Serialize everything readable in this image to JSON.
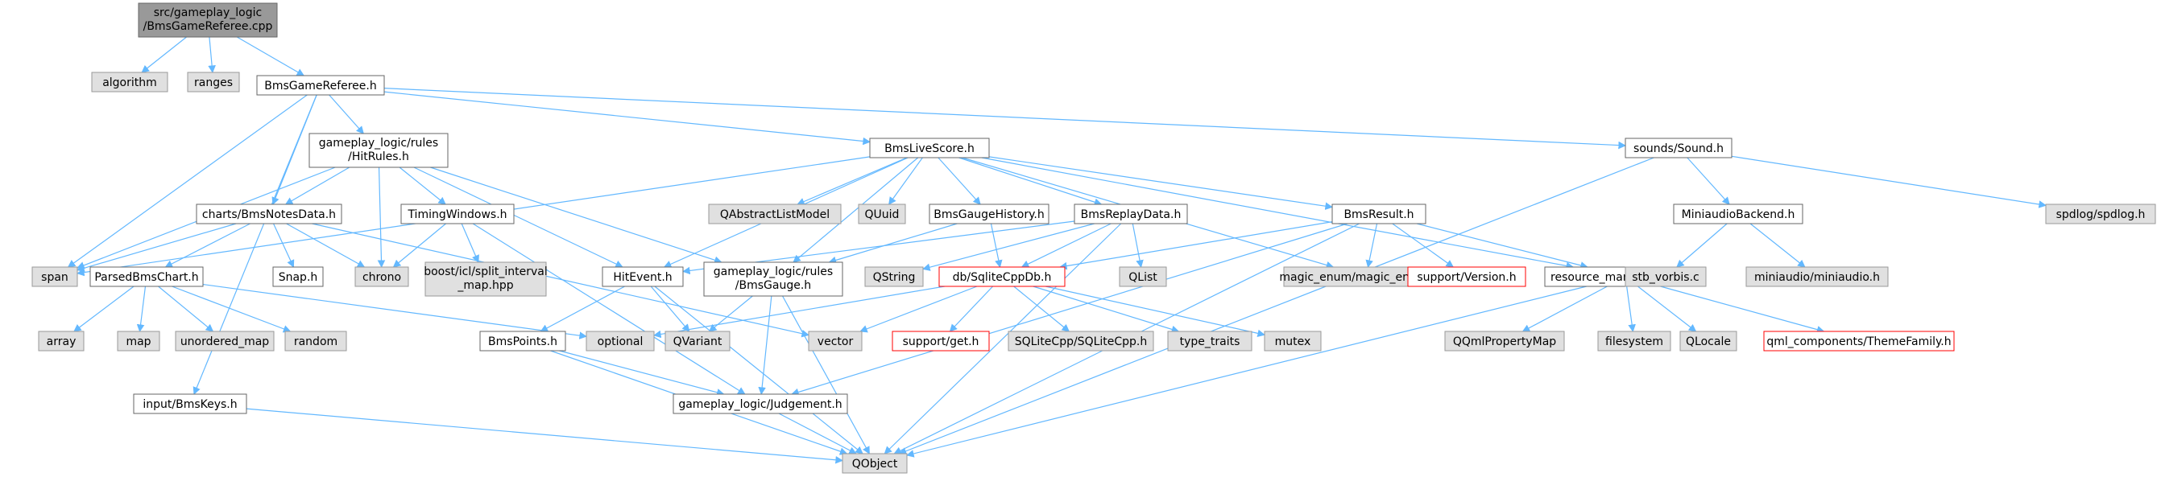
{
  "colors": {
    "edge": "#63b8ff",
    "node_border": "#666666",
    "node_fill": "#ffffff",
    "system_fill": "#e0e0e0",
    "system_border": "#999999",
    "root_fill": "#999999",
    "root_border": "#666666",
    "missing_border": "#ff0000"
  },
  "nodes": [
    {
      "id": "root",
      "lines": [
        "src/gameplay_logic",
        "/BmsGameReferee.cpp"
      ],
      "kind": "root"
    },
    {
      "id": "algorithm",
      "lines": [
        "algorithm"
      ],
      "kind": "system"
    },
    {
      "id": "ranges",
      "lines": [
        "ranges"
      ],
      "kind": "system"
    },
    {
      "id": "referee_h",
      "lines": [
        "BmsGameReferee.h"
      ],
      "kind": "file"
    },
    {
      "id": "hitrules",
      "lines": [
        "gameplay_logic/rules",
        "/HitRules.h"
      ],
      "kind": "file"
    },
    {
      "id": "livescore",
      "lines": [
        "BmsLiveScore.h"
      ],
      "kind": "file"
    },
    {
      "id": "sound",
      "lines": [
        "sounds/Sound.h"
      ],
      "kind": "file"
    },
    {
      "id": "notesdata",
      "lines": [
        "charts/BmsNotesData.h"
      ],
      "kind": "file"
    },
    {
      "id": "timingwindows",
      "lines": [
        "TimingWindows.h"
      ],
      "kind": "file"
    },
    {
      "id": "span",
      "lines": [
        "span"
      ],
      "kind": "system"
    },
    {
      "id": "chrono",
      "lines": [
        "chrono"
      ],
      "kind": "system"
    },
    {
      "id": "parsedchart",
      "lines": [
        "ParsedBmsChart.h"
      ],
      "kind": "file"
    },
    {
      "id": "snap",
      "lines": [
        "Snap.h"
      ],
      "kind": "file"
    },
    {
      "id": "boosticl",
      "lines": [
        "boost/icl/split_interval",
        "_map.hpp"
      ],
      "kind": "system"
    },
    {
      "id": "array",
      "lines": [
        "array"
      ],
      "kind": "system"
    },
    {
      "id": "map",
      "lines": [
        "map"
      ],
      "kind": "system"
    },
    {
      "id": "unordered_map",
      "lines": [
        "unordered_map"
      ],
      "kind": "system"
    },
    {
      "id": "random",
      "lines": [
        "random"
      ],
      "kind": "system"
    },
    {
      "id": "hitevent",
      "lines": [
        "HitEvent.h"
      ],
      "kind": "file"
    },
    {
      "id": "gauge",
      "lines": [
        "gameplay_logic/rules",
        "/BmsGauge.h"
      ],
      "kind": "file"
    },
    {
      "id": "qabstract",
      "lines": [
        "QAbstractListModel"
      ],
      "kind": "system"
    },
    {
      "id": "quuid",
      "lines": [
        "QUuid"
      ],
      "kind": "system"
    },
    {
      "id": "gaugehistory",
      "lines": [
        "BmsGaugeHistory.h"
      ],
      "kind": "file"
    },
    {
      "id": "replaydata",
      "lines": [
        "BmsReplayData.h"
      ],
      "kind": "file"
    },
    {
      "id": "result",
      "lines": [
        "BmsResult.h"
      ],
      "kind": "file"
    },
    {
      "id": "magicenum",
      "lines": [
        "magic_enum/magic_enum.hpp"
      ],
      "kind": "system"
    },
    {
      "id": "qstring",
      "lines": [
        "QString"
      ],
      "kind": "system"
    },
    {
      "id": "sqlitedb",
      "lines": [
        "db/SqliteCppDb.h"
      ],
      "kind": "missing"
    },
    {
      "id": "qlist",
      "lines": [
        "QList"
      ],
      "kind": "system"
    },
    {
      "id": "version",
      "lines": [
        "support/Version.h"
      ],
      "kind": "missing"
    },
    {
      "id": "vars",
      "lines": [
        "resource_managers/Vars.h"
      ],
      "kind": "file"
    },
    {
      "id": "miniaudiobackend",
      "lines": [
        "MiniaudioBackend.h"
      ],
      "kind": "file"
    },
    {
      "id": "spdlog",
      "lines": [
        "spdlog/spdlog.h"
      ],
      "kind": "system"
    },
    {
      "id": "stbvorbis",
      "lines": [
        "stb_vorbis.c"
      ],
      "kind": "system"
    },
    {
      "id": "miniaudio",
      "lines": [
        "miniaudio/miniaudio.h"
      ],
      "kind": "system"
    },
    {
      "id": "optional",
      "lines": [
        "optional"
      ],
      "kind": "system"
    },
    {
      "id": "qvariant",
      "lines": [
        "QVariant"
      ],
      "kind": "system"
    },
    {
      "id": "bmspoints",
      "lines": [
        "BmsPoints.h"
      ],
      "kind": "file"
    },
    {
      "id": "vector",
      "lines": [
        "vector"
      ],
      "kind": "system"
    },
    {
      "id": "supportget",
      "lines": [
        "support/get.h"
      ],
      "kind": "missing"
    },
    {
      "id": "sqlitecpp",
      "lines": [
        "SQLiteCpp/SQLiteCpp.h"
      ],
      "kind": "system"
    },
    {
      "id": "typetraits",
      "lines": [
        "type_traits"
      ],
      "kind": "system"
    },
    {
      "id": "mutex",
      "lines": [
        "mutex"
      ],
      "kind": "system"
    },
    {
      "id": "qqmlprop",
      "lines": [
        "QQmlPropertyMap"
      ],
      "kind": "system"
    },
    {
      "id": "filesystem",
      "lines": [
        "filesystem"
      ],
      "kind": "system"
    },
    {
      "id": "qlocale",
      "lines": [
        "QLocale"
      ],
      "kind": "system"
    },
    {
      "id": "themefamily",
      "lines": [
        "qml_components/ThemeFamily.h"
      ],
      "kind": "missing"
    },
    {
      "id": "judgement",
      "lines": [
        "gameplay_logic/Judgement.h"
      ],
      "kind": "file"
    },
    {
      "id": "bmskeys",
      "lines": [
        "input/BmsKeys.h"
      ],
      "kind": "file"
    },
    {
      "id": "qobject",
      "lines": [
        "QObject"
      ],
      "kind": "system"
    }
  ],
  "edges": [
    [
      "root",
      "algorithm"
    ],
    [
      "root",
      "ranges"
    ],
    [
      "root",
      "referee_h"
    ],
    [
      "referee_h",
      "hitrules"
    ],
    [
      "referee_h",
      "livescore"
    ],
    [
      "referee_h",
      "sound"
    ],
    [
      "referee_h",
      "notesdata"
    ],
    [
      "referee_h",
      "span"
    ],
    [
      "referee_h",
      "bmskeys"
    ],
    [
      "hitrules",
      "notesdata"
    ],
    [
      "hitrules",
      "timingwindows"
    ],
    [
      "hitrules",
      "span"
    ],
    [
      "hitrules",
      "chrono"
    ],
    [
      "hitrules",
      "hitevent"
    ],
    [
      "hitrules",
      "gauge"
    ],
    [
      "notesdata",
      "span"
    ],
    [
      "notesdata",
      "chrono"
    ],
    [
      "notesdata",
      "parsedchart"
    ],
    [
      "notesdata",
      "snap"
    ],
    [
      "notesdata",
      "vector"
    ],
    [
      "timingwindows",
      "chrono"
    ],
    [
      "timingwindows",
      "boosticl"
    ],
    [
      "timingwindows",
      "judgement"
    ],
    [
      "parsedchart",
      "array"
    ],
    [
      "parsedchart",
      "map"
    ],
    [
      "parsedchart",
      "unordered_map"
    ],
    [
      "parsedchart",
      "random"
    ],
    [
      "parsedchart",
      "optional"
    ],
    [
      "livescore",
      "qabstract"
    ],
    [
      "livescore",
      "quuid"
    ],
    [
      "livescore",
      "gaugehistory"
    ],
    [
      "livescore",
      "replaydata"
    ],
    [
      "livescore",
      "result"
    ],
    [
      "livescore",
      "magicenum"
    ],
    [
      "livescore",
      "hitevent"
    ],
    [
      "livescore",
      "gauge"
    ],
    [
      "livescore",
      "span"
    ],
    [
      "livescore",
      "vars"
    ],
    [
      "gaugehistory",
      "gauge"
    ],
    [
      "gaugehistory",
      "sqlitedb"
    ],
    [
      "replaydata",
      "hitevent"
    ],
    [
      "replaydata",
      "sqlitedb"
    ],
    [
      "replaydata",
      "qstring"
    ],
    [
      "replaydata",
      "qlist"
    ],
    [
      "replaydata",
      "qobject"
    ],
    [
      "result",
      "magicenum"
    ],
    [
      "result",
      "sqlitedb"
    ],
    [
      "result",
      "version"
    ],
    [
      "result",
      "vars"
    ],
    [
      "result",
      "judgement"
    ],
    [
      "result",
      "qobject"
    ],
    [
      "hitevent",
      "qvariant"
    ],
    [
      "hitevent",
      "bmspoints"
    ],
    [
      "hitevent",
      "qobject"
    ],
    [
      "gauge",
      "qvariant"
    ],
    [
      "gauge",
      "judgement"
    ],
    [
      "gauge",
      "qobject"
    ],
    [
      "sqlitedb",
      "vector"
    ],
    [
      "sqlitedb",
      "supportget"
    ],
    [
      "sqlitedb",
      "sqlitecpp"
    ],
    [
      "sqlitedb",
      "typetraits"
    ],
    [
      "sqlitedb",
      "mutex"
    ],
    [
      "sqlitedb",
      "optional"
    ],
    [
      "vars",
      "qqmlprop"
    ],
    [
      "vars",
      "filesystem"
    ],
    [
      "vars",
      "qlocale"
    ],
    [
      "vars",
      "themefamily"
    ],
    [
      "vars",
      "qobject"
    ],
    [
      "sound",
      "miniaudiobackend"
    ],
    [
      "sound",
      "spdlog"
    ],
    [
      "sound",
      "qobject"
    ],
    [
      "miniaudiobackend",
      "stbvorbis"
    ],
    [
      "miniaudiobackend",
      "miniaudio"
    ],
    [
      "bmspoints",
      "judgement"
    ],
    [
      "bmspoints",
      "qobject"
    ],
    [
      "judgement",
      "qobject"
    ],
    [
      "bmskeys",
      "qobject"
    ]
  ]
}
